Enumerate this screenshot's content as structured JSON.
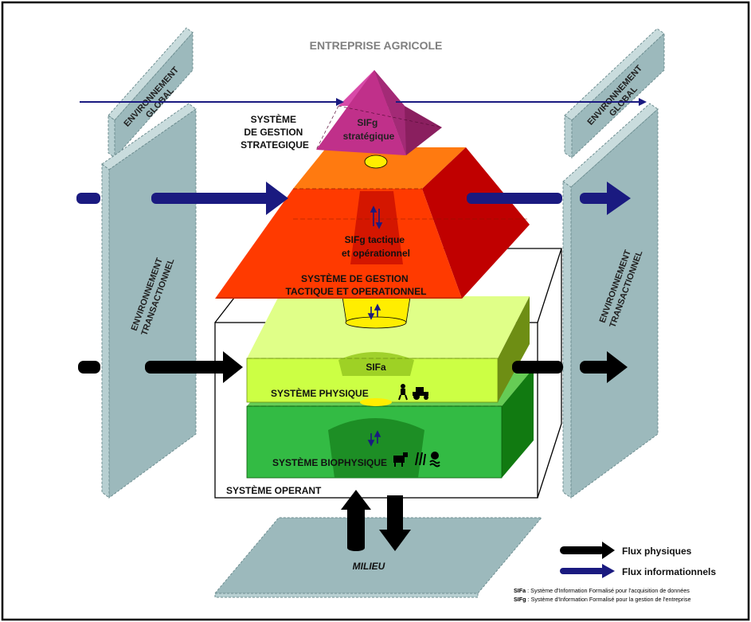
{
  "title": "ENTREPRISE AGRICOLE",
  "environment": {
    "global_left": [
      "ENVIRONNEMENT",
      "GLOBAL"
    ],
    "global_right": [
      "ENVIRONNEMENT",
      "GLOBAL"
    ],
    "transactional_left": [
      "ENVIRONNEMENT",
      "TRANSACTIONNEL"
    ],
    "transactional_right": [
      "ENVIRONNEMENT",
      "TRANSACTIONNEL"
    ]
  },
  "strategic": {
    "system_label": [
      "SYSTÈME",
      "DE GESTION",
      "STRATEGIQUE"
    ],
    "sif_label": [
      "SIFg",
      "stratégique"
    ]
  },
  "tactical": {
    "sif_label": [
      "SIFg tactique",
      "et opérationnel"
    ],
    "system_label": [
      "SYSTÈME DE GESTION",
      "TACTIQUE ET OPERATIONNEL"
    ]
  },
  "physical": {
    "sif_label": "SIFa",
    "system_label": "SYSTÈME PHYSIQUE",
    "icons": [
      "farmer-icon",
      "tractor-icon"
    ]
  },
  "biophysical": {
    "system_label": "SYSTÈME BIOPHYSIQUE",
    "icons": [
      "cow-icon",
      "wheat-icon",
      "water-icon"
    ]
  },
  "operating_system_label": "SYSTÈME OPERANT",
  "milieu_label": "MILIEU",
  "legend": {
    "physical_flow": "Flux physiques",
    "info_flow": "Flux informationnels"
  },
  "footnotes": [
    {
      "abbr": "SIFa",
      "text": " : Système d'Information Formalisé pour l'acquisition de données"
    },
    {
      "abbr": "SIFg",
      "text": " : Système d'Information Formalisé pour la gestion de l'entreprise"
    }
  ],
  "colors": {
    "panel": "#9cb9bc",
    "pyramid": "#c0308a",
    "tactical": "#ff3a00",
    "tactical_top": "#ff7a10",
    "tactical_side": "#c00000",
    "physical": "#ccff44",
    "physical_side": "#6e8e14",
    "biophysical": "#33bb44",
    "biophysical_side": "#117a11",
    "info_flow": "#1a1a80",
    "physical_flow": "#000000"
  }
}
